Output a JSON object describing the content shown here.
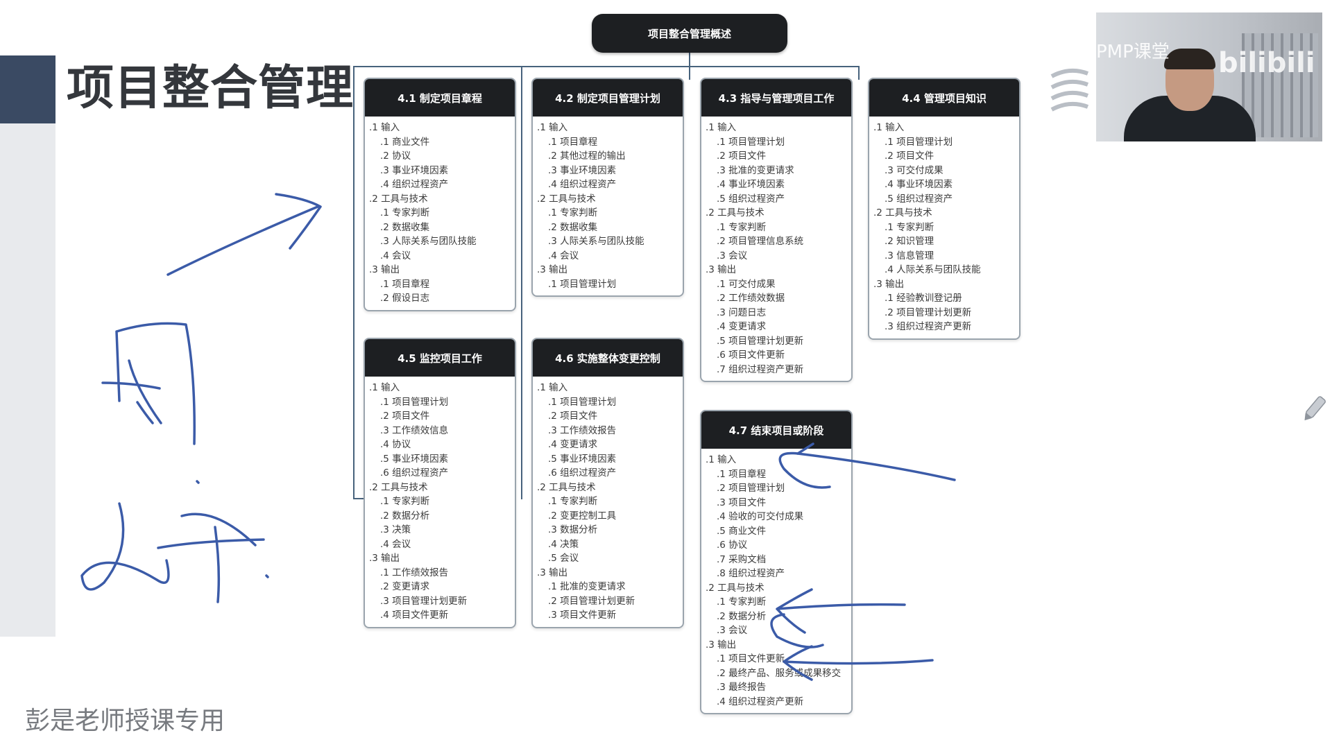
{
  "slide": {
    "title": "项目整合管理",
    "footer": "彭是老师授课专用"
  },
  "chart": {
    "root": "项目整合管理概述",
    "boxes": [
      {
        "title": "4.1 制定项目章程",
        "sections": [
          {
            "label": ".1 输入",
            "items": [
              ".1 商业文件",
              ".2 协议",
              ".3 事业环境因素",
              ".4 组织过程资产"
            ]
          },
          {
            "label": ".2 工具与技术",
            "items": [
              ".1 专家判断",
              ".2 数据收集",
              ".3 人际关系与团队技能",
              ".4 会议"
            ]
          },
          {
            "label": ".3 输出",
            "items": [
              ".1 项目章程",
              ".2 假设日志"
            ]
          }
        ]
      },
      {
        "title": "4.2 制定项目管理计划",
        "sections": [
          {
            "label": ".1 输入",
            "items": [
              ".1 项目章程",
              ".2 其他过程的输出",
              ".3 事业环境因素",
              ".4 组织过程资产"
            ]
          },
          {
            "label": ".2 工具与技术",
            "items": [
              ".1 专家判断",
              ".2 数据收集",
              ".3 人际关系与团队技能",
              ".4 会议"
            ]
          },
          {
            "label": ".3 输出",
            "items": [
              ".1 项目管理计划"
            ]
          }
        ]
      },
      {
        "title": "4.3 指导与管理项目工作",
        "sections": [
          {
            "label": ".1 输入",
            "items": [
              ".1 项目管理计划",
              ".2 项目文件",
              ".3 批准的变更请求",
              ".4 事业环境因素",
              ".5 组织过程资产"
            ]
          },
          {
            "label": ".2 工具与技术",
            "items": [
              ".1 专家判断",
              ".2 项目管理信息系统",
              ".3 会议"
            ]
          },
          {
            "label": ".3 输出",
            "items": [
              ".1 可交付成果",
              ".2 工作绩效数据",
              ".3 问题日志",
              ".4 变更请求",
              ".5 项目管理计划更新",
              ".6 项目文件更新",
              ".7 组织过程资产更新"
            ]
          }
        ]
      },
      {
        "title": "4.4 管理项目知识",
        "sections": [
          {
            "label": ".1 输入",
            "items": [
              ".1 项目管理计划",
              ".2 项目文件",
              ".3 可交付成果",
              ".4 事业环境因素",
              ".5 组织过程资产"
            ]
          },
          {
            "label": ".2 工具与技术",
            "items": [
              ".1 专家判断",
              ".2 知识管理",
              ".3 信息管理",
              ".4 人际关系与团队技能"
            ]
          },
          {
            "label": ".3 输出",
            "items": [
              ".1 经验教训登记册",
              ".2 项目管理计划更新",
              ".3 组织过程资产更新"
            ]
          }
        ]
      },
      {
        "title": "4.5 监控项目工作",
        "sections": [
          {
            "label": ".1 输入",
            "items": [
              ".1 项目管理计划",
              ".2 项目文件",
              ".3 工作绩效信息",
              ".4 协议",
              ".5 事业环境因素",
              ".6 组织过程资产"
            ]
          },
          {
            "label": ".2 工具与技术",
            "items": [
              ".1 专家判断",
              ".2 数据分析",
              ".3 决策",
              ".4 会议"
            ]
          },
          {
            "label": ".3 输出",
            "items": [
              ".1 工作绩效报告",
              ".2 变更请求",
              ".3 项目管理计划更新",
              ".4 项目文件更新"
            ]
          }
        ]
      },
      {
        "title": "4.6 实施整体变更控制",
        "sections": [
          {
            "label": ".1 输入",
            "items": [
              ".1 项目管理计划",
              ".2 项目文件",
              ".3 工作绩效报告",
              ".4 变更请求",
              ".5 事业环境因素",
              ".6 组织过程资产"
            ]
          },
          {
            "label": ".2 工具与技术",
            "items": [
              ".1 专家判断",
              ".2 变更控制工具",
              ".3 数据分析",
              ".4 决策",
              ".5 会议"
            ]
          },
          {
            "label": ".3 输出",
            "items": [
              ".1 批准的变更请求",
              ".2 项目管理计划更新",
              ".3 项目文件更新"
            ]
          }
        ]
      },
      {
        "title": "4.7 结束项目或阶段",
        "sections": [
          {
            "label": ".1 输入",
            "items": [
              ".1 项目章程",
              ".2 项目管理计划",
              ".3 项目文件",
              ".4 验收的可交付成果",
              ".5 商业文件",
              ".6 协议",
              ".7 采购文档",
              ".8 组织过程资产"
            ]
          },
          {
            "label": ".2 工具与技术",
            "items": [
              ".1 专家判断",
              ".2 数据分析",
              ".3 会议"
            ]
          },
          {
            "label": ".3 输出",
            "items": [
              ".1 项目文件更新",
              ".2 最终产品、服务或成果移交",
              ".3 最终报告",
              ".4 组织过程资产更新"
            ]
          }
        ]
      }
    ]
  },
  "webcam": {
    "overlay_text": "PMP课堂",
    "watermark": "bilibili"
  },
  "icons": [
    "logo-icon",
    "pen-icon"
  ],
  "colors": {
    "header_bg": "#1d1f22",
    "connector": "#47627c",
    "ink": "#3b5ba8"
  }
}
